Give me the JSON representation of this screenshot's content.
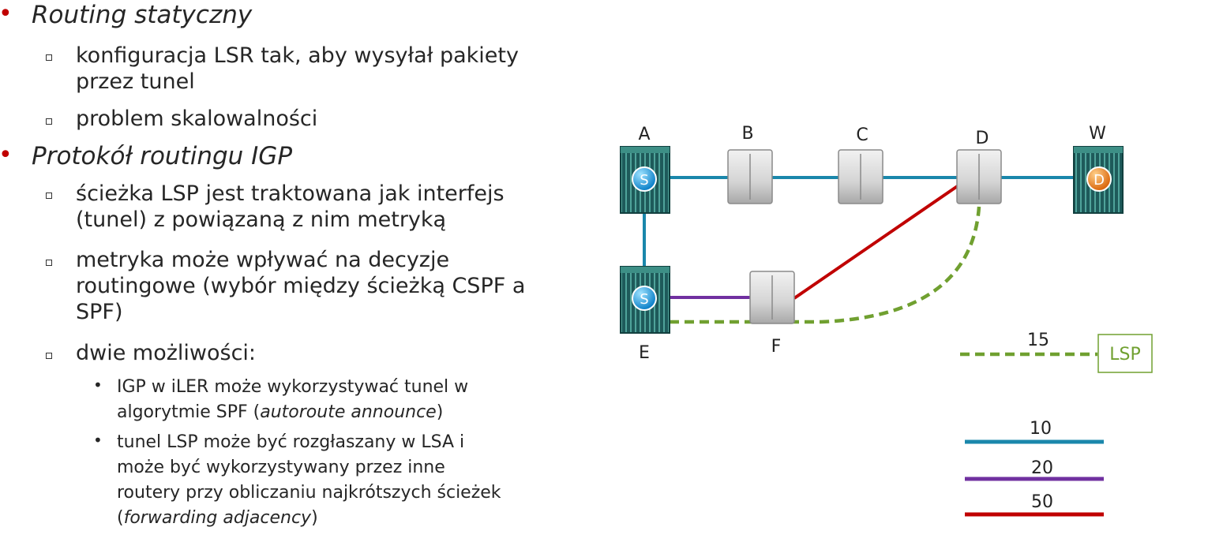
{
  "slide": {
    "items": [
      {
        "title": "Routing statyczny",
        "subitems": [
          "konfiguracja LSR tak, aby wysyłał pakiety przez tunel",
          "problem skalowalności"
        ]
      },
      {
        "title": "Protokół routingu IGP",
        "subitems": [
          "ścieżka LSP jest traktowana jak interfejs (tunel) z powiązaną z nim metryką",
          "metryka może wpływać na decyzje routingowe (wybór między ścieżką CSPF a SPF)",
          "dwie możliwości:"
        ],
        "options": [
          {
            "text": "IGP w iLER może wykorzystywać tunel w algorytmie SPF (",
            "emph": "autoroute announce",
            "end": ")"
          },
          {
            "text": "tunel LSP może być rozgłaszany w LSA i może być wykorzystywany przez inne routery przy obliczaniu najkrótszych ścieżek (",
            "emph": "forwarding adjacency",
            "end": ")"
          }
        ]
      }
    ]
  },
  "diagram": {
    "nodes": {
      "A": {
        "label": "A",
        "badge": "S"
      },
      "B": {
        "label": "B"
      },
      "C": {
        "label": "C"
      },
      "D": {
        "label": "D"
      },
      "W": {
        "label": "W",
        "badge": "D"
      },
      "E": {
        "label": "E",
        "badge": "S"
      },
      "F": {
        "label": "F"
      }
    },
    "legend": {
      "lsp_metric": "15",
      "lsp_label": "LSP",
      "metric_blue": "10",
      "metric_purple": "20",
      "metric_red": "50"
    },
    "colors": {
      "blue": "#1a87ab",
      "purple": "#7030a0",
      "red": "#c00000",
      "green": "#70a030",
      "bullet_red": "#c00000"
    }
  }
}
